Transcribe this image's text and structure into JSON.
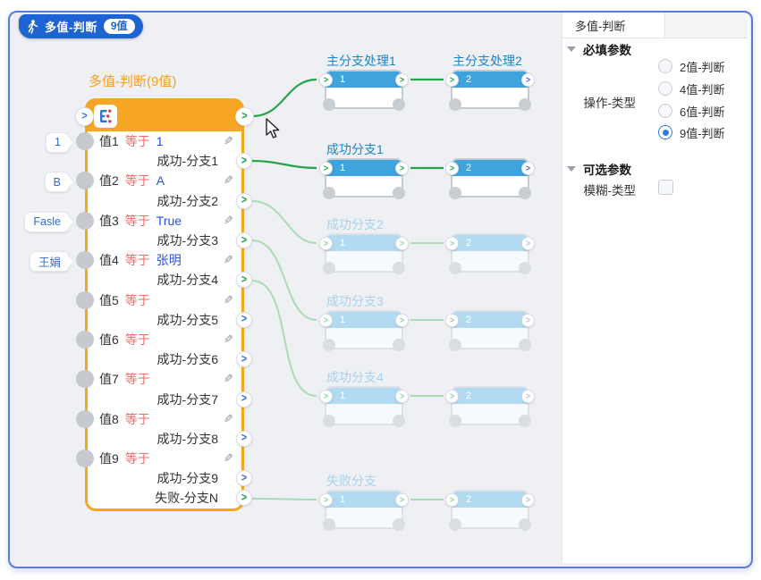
{
  "header_pill": {
    "title": "多值-判断",
    "badge": "9值"
  },
  "colors": {
    "frame_border": "#5b79d6",
    "canvas_bg": "#eef0f3",
    "pill_blue": "#1d64d2",
    "node_orange": "#f6a623",
    "branch_blue": "#3fa3dc",
    "wire_green": "#27a34b",
    "wire_green_faded": "#abdbb6",
    "operator_red": "#f06a6a",
    "value_blue": "#2b50d8"
  },
  "icons": {
    "pill": "walking-person-icon",
    "node_header": "branch-tree-icon",
    "row_edit": "pencil-icon",
    "port": "chevron-right-icon",
    "section": "triangle-down-icon"
  },
  "main_node": {
    "title": "多值-判断(9值)",
    "rows": [
      {
        "label": "值1",
        "op": "等于",
        "value": "1",
        "branch": "成功-分支1",
        "port": "green"
      },
      {
        "label": "值2",
        "op": "等于",
        "value": "A",
        "branch": "成功-分支2",
        "port": "green"
      },
      {
        "label": "值3",
        "op": "等于",
        "value": "True",
        "branch": "成功-分支3",
        "port": "green"
      },
      {
        "label": "值4",
        "op": "等于",
        "value": "张明",
        "branch": "成功-分支4",
        "port": "green"
      },
      {
        "label": "值5",
        "op": "等于",
        "value": "",
        "branch": "成功-分支5",
        "port": "blue"
      },
      {
        "label": "值6",
        "op": "等于",
        "value": "",
        "branch": "成功-分支6",
        "port": "blue"
      },
      {
        "label": "值7",
        "op": "等于",
        "value": "",
        "branch": "成功-分支7",
        "port": "blue"
      },
      {
        "label": "值8",
        "op": "等于",
        "value": "",
        "branch": "成功-分支8",
        "port": "blue"
      },
      {
        "label": "值9",
        "op": "等于",
        "value": "",
        "branch": "成功-分支9",
        "port": "blue"
      }
    ],
    "fail_branch": {
      "label": "失败-分支N",
      "port": "green"
    },
    "badges": [
      {
        "label": "1"
      },
      {
        "label": "B"
      },
      {
        "label": "Fasle"
      },
      {
        "label": "王娟"
      }
    ]
  },
  "branch_rows": [
    {
      "style": "solid",
      "node1": {
        "title": "主分支处理1",
        "num": "1"
      },
      "node2": {
        "title": "主分支处理2",
        "num": "2"
      }
    },
    {
      "style": "solid",
      "node1": {
        "title": "成功分支1",
        "num": "1"
      },
      "node2": {
        "title": "",
        "num": "2"
      }
    },
    {
      "style": "faded",
      "node1": {
        "title": "成功分支2",
        "num": "1"
      },
      "node2": {
        "title": "",
        "num": "2"
      }
    },
    {
      "style": "faded",
      "node1": {
        "title": "成功分支3",
        "num": "1"
      },
      "node2": {
        "title": "",
        "num": "2"
      }
    },
    {
      "style": "faded",
      "node1": {
        "title": "成功分支4",
        "num": "1"
      },
      "node2": {
        "title": "",
        "num": "2"
      }
    },
    {
      "style": "faded",
      "node1": {
        "title": "失败分支",
        "num": "1"
      },
      "node2": {
        "title": "",
        "num": "2"
      }
    }
  ],
  "panel": {
    "tab": "多值-判断",
    "required": {
      "title": "必填参数",
      "field_label": "操作-类型",
      "options": [
        {
          "label": "2值-判断",
          "state": ""
        },
        {
          "label": "4值-判断",
          "state": ""
        },
        {
          "label": "6值-判断",
          "state": ""
        },
        {
          "label": "9值-判断",
          "state": "selected"
        }
      ]
    },
    "optional": {
      "title": "可选参数",
      "field_label": "模糊-类型",
      "checked": false
    }
  }
}
